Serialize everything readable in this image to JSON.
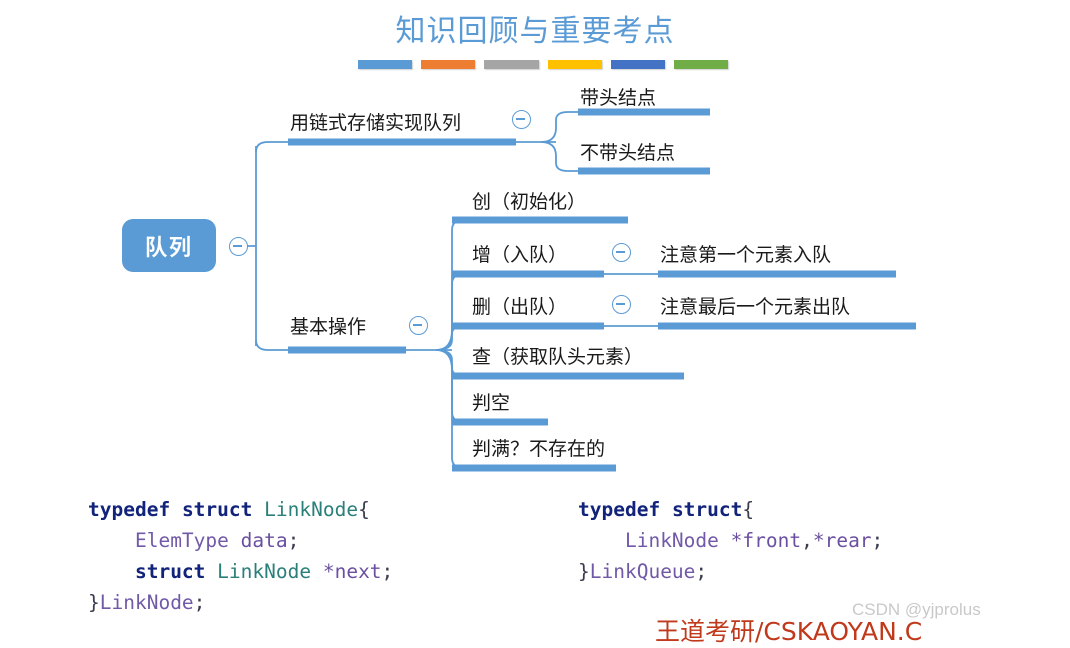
{
  "slide": {
    "title": "知识回顾与重要考点",
    "accent_blue": "#5B9BD5",
    "rule_colors": [
      "#5B9BD5",
      "#ED7D31",
      "#A5A5A5",
      "#FFC000",
      "#4472C4",
      "#70AD47"
    ]
  },
  "mindmap": {
    "root": {
      "label": "队列",
      "fill": "#5B9BD5",
      "text_color": "#FFFFFF",
      "toggle": "collapse-minus-icon"
    },
    "branches": [
      {
        "label": "用链式存储实现队列",
        "toggle": "collapse-minus-icon",
        "children": [
          {
            "label": "带头结点"
          },
          {
            "label": "不带头结点"
          }
        ]
      },
      {
        "label": "基本操作",
        "toggle": "collapse-minus-icon",
        "children": [
          {
            "label": "创（初始化）"
          },
          {
            "label": "增（入队）",
            "toggle": "collapse-minus-icon",
            "children": [
              {
                "label": "注意第一个元素入队"
              }
            ]
          },
          {
            "label": "删（出队）",
            "toggle": "collapse-minus-icon",
            "children": [
              {
                "label": "注意最后一个元素出队"
              }
            ]
          },
          {
            "label": "查（获取队头元素）"
          },
          {
            "label": "判空"
          },
          {
            "label": "判满？不存在的"
          }
        ]
      }
    ]
  },
  "code": {
    "left": {
      "lines": [
        [
          {
            "t": "typedef",
            "c": "kw"
          },
          {
            "t": " ",
            "c": "plain"
          },
          {
            "t": "struct",
            "c": "kw"
          },
          {
            "t": " ",
            "c": "plain"
          },
          {
            "t": "LinkNode",
            "c": "type"
          },
          {
            "t": "{",
            "c": "punct"
          }
        ],
        [
          {
            "t": "    ",
            "c": "plain"
          },
          {
            "t": "ElemType",
            "c": "type2"
          },
          {
            "t": " ",
            "c": "plain"
          },
          {
            "t": "data",
            "c": "ident"
          },
          {
            "t": ";",
            "c": "punct"
          }
        ],
        [
          {
            "t": "    ",
            "c": "plain"
          },
          {
            "t": "struct",
            "c": "kw"
          },
          {
            "t": " ",
            "c": "plain"
          },
          {
            "t": "LinkNode",
            "c": "type"
          },
          {
            "t": " ",
            "c": "plain"
          },
          {
            "t": "*next",
            "c": "ident"
          },
          {
            "t": ";",
            "c": "punct"
          }
        ],
        [
          {
            "t": "}",
            "c": "punct"
          },
          {
            "t": "LinkNode",
            "c": "type2"
          },
          {
            "t": ";",
            "c": "punct"
          }
        ]
      ]
    },
    "right": {
      "lines": [
        [
          {
            "t": "typedef",
            "c": "kw"
          },
          {
            "t": " ",
            "c": "plain"
          },
          {
            "t": "struct",
            "c": "kw"
          },
          {
            "t": "{",
            "c": "punct"
          }
        ],
        [
          {
            "t": "    ",
            "c": "plain"
          },
          {
            "t": "LinkNode",
            "c": "type2"
          },
          {
            "t": " ",
            "c": "plain"
          },
          {
            "t": "*front",
            "c": "ident"
          },
          {
            "t": ",",
            "c": "punct"
          },
          {
            "t": "*rear",
            "c": "ident"
          },
          {
            "t": ";",
            "c": "punct"
          }
        ],
        [
          {
            "t": "}",
            "c": "punct"
          },
          {
            "t": "LinkQueue",
            "c": "type2"
          },
          {
            "t": ";",
            "c": "punct"
          }
        ]
      ]
    }
  },
  "watermarks": {
    "csdn": "CSDN @yjprolus",
    "wangdao": "王道考研/CSKAOYAN.C"
  }
}
